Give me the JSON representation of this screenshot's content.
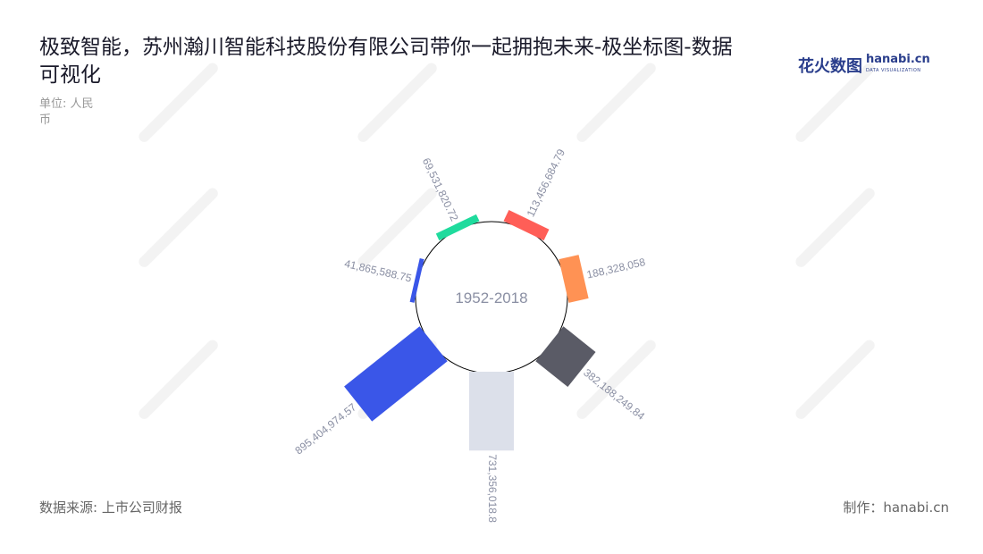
{
  "title": "极致智能，苏州瀚川智能科技股份有限公司带你一起拥抱未来-极坐标图-数据可视化",
  "unit": "单位: 人民币",
  "logo": {
    "cn": "花火数图",
    "en": "hanabi.cn",
    "sub": "DATA VISUALIZATION"
  },
  "watermark": "花火数图 hanabi.cn",
  "footer": {
    "source": "数据来源: 上市公司财报",
    "credit": "制作：hanabi.cn"
  },
  "chart_data": {
    "type": "bar",
    "coordinate": "polar",
    "center_label": "1952-2018",
    "categories": [
      "",
      "",
      "",
      "",
      "",
      "",
      ""
    ],
    "values": [
      113456684.79,
      188328058,
      382188249.84,
      731356018.8,
      895404974.57,
      41865588.75,
      69531820.72
    ],
    "labels": [
      "113,456,684.79",
      "188,328,058",
      "382,188,249.84",
      "731,356,018.8",
      "895,404,974.57",
      "41,865,588.75",
      "69,531,820.72"
    ],
    "colors": [
      "#ff5e57",
      "#ff9254",
      "#5a5b66",
      "#dce0ea",
      "#3a56e8",
      "#3a56e8",
      "#1fdb9d"
    ],
    "grid": false,
    "legend": "none"
  }
}
